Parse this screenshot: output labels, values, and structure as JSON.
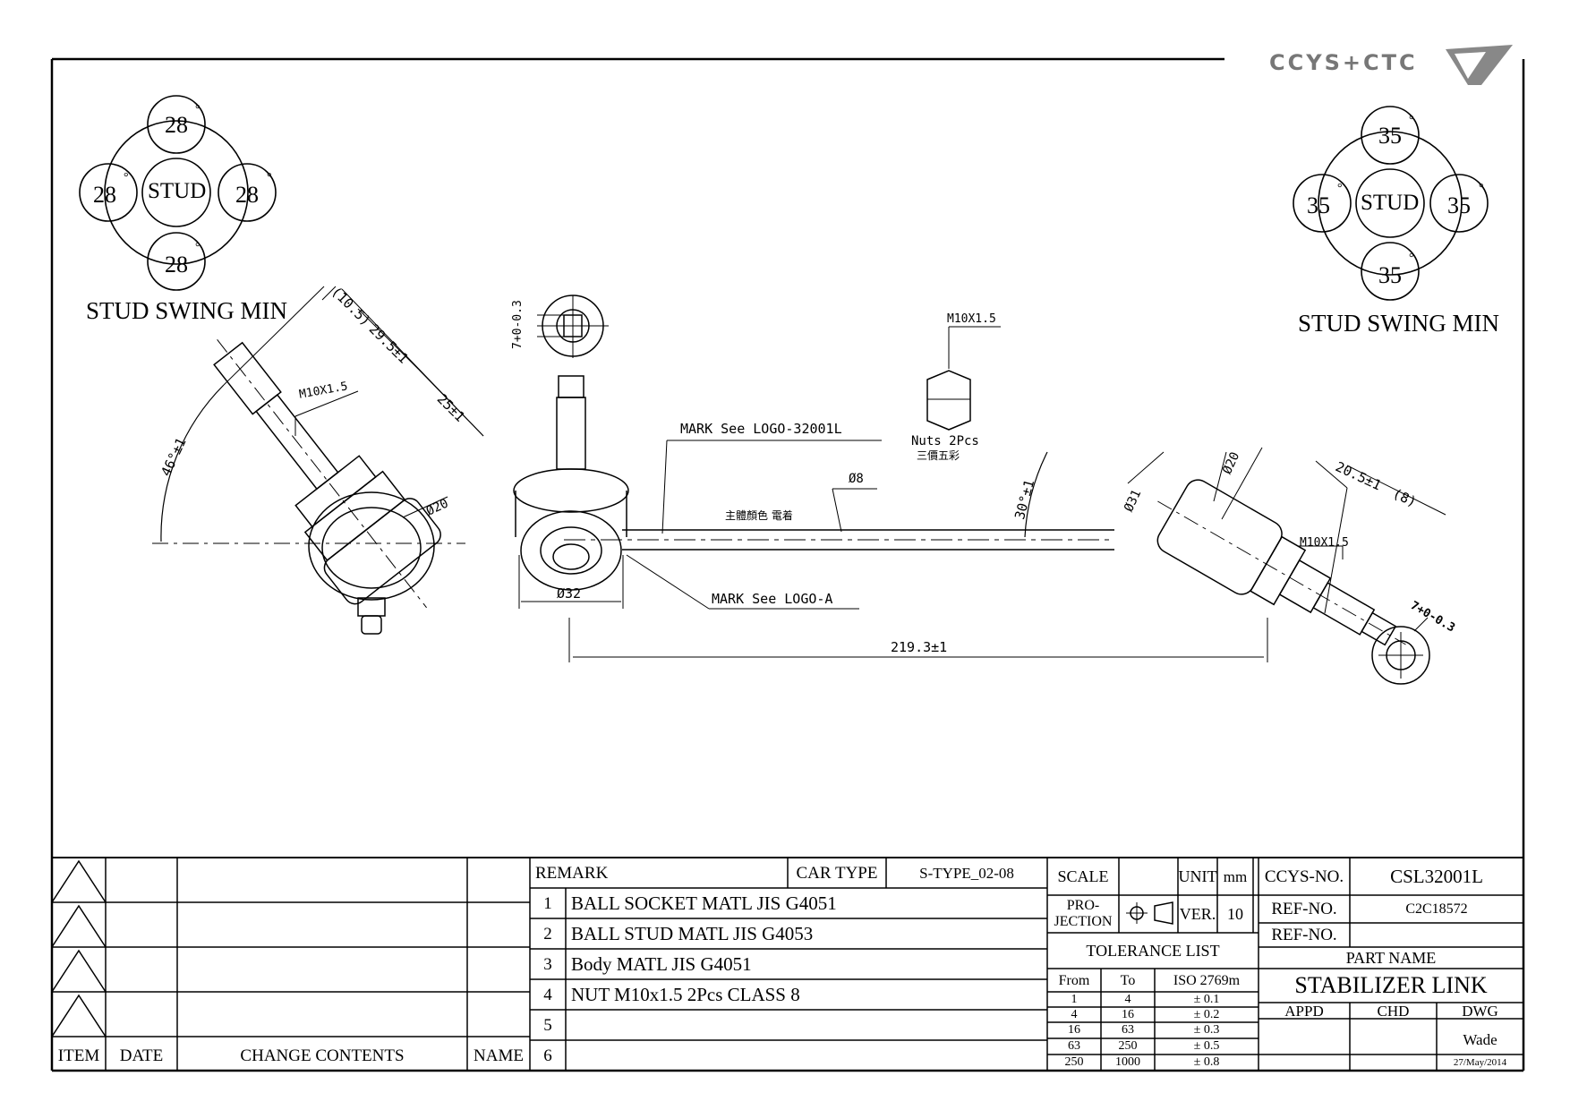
{
  "brand": {
    "logo_text": "CCYS+CTC"
  },
  "stud_swing_left": {
    "top": "28",
    "left": "28",
    "right": "28",
    "bottom": "28",
    "center": "STUD",
    "caption": "STUD SWING MIN",
    "degree": "°"
  },
  "stud_swing_right": {
    "top": "35",
    "left": "35",
    "right": "35",
    "bottom": "35",
    "center": "STUD",
    "caption": "STUD SWING MIN",
    "degree": "°"
  },
  "dimensions": {
    "left_view": {
      "d1": "(10.5)",
      "d2": "29.5±1",
      "d3": "25±1",
      "thread": "M10X1.5",
      "angle": "46°±1",
      "dia": "Ø20"
    },
    "center": {
      "hex_tol": "7+0-0.3",
      "logo_mark_1": "MARK See LOGO-32001L",
      "logo_mark_2": "MARK See LOGO-A",
      "rod_dia": "Ø8",
      "socket_dia": "Ø32",
      "body_note": "主體顏色 電着",
      "length": "219.3±1"
    },
    "nut": {
      "thread": "M10X1.5",
      "qty": "Nuts 2Pcs",
      "note": "三價五彩"
    },
    "right_view": {
      "angle": "30°±1",
      "dia31": "Ø31",
      "dia20": "Ø20",
      "d1": "20.5±1",
      "d2": "(8)",
      "thread": "M10X1.5",
      "hex_tol": "7+0-0.3"
    }
  },
  "revision_table": {
    "headers": {
      "item": "ITEM",
      "date": "DATE",
      "change": "CHANGE CONTENTS",
      "name": "NAME"
    }
  },
  "remarks": {
    "header": "REMARK",
    "car_type_label": "CAR TYPE",
    "car_type_value": "S-TYPE_02-08",
    "rows": [
      {
        "no": "1",
        "text": "BALL SOCKET MATL JIS G4051"
      },
      {
        "no": "2",
        "text": "BALL STUD MATL JIS G4053"
      },
      {
        "no": "3",
        "text": "Body MATL JIS G4051"
      },
      {
        "no": "4",
        "text": "NUT  M10x1.5 2Pcs  CLASS 8"
      },
      {
        "no": "5",
        "text": ""
      },
      {
        "no": "6",
        "text": ""
      }
    ]
  },
  "spec": {
    "scale_label": "SCALE",
    "unit_label": "UNIT",
    "unit_value": "mm",
    "projection_label_1": "PRO-",
    "projection_label_2": "JECTION",
    "ver_label": "VER.",
    "ver_value": "10",
    "tolerance_title": "TOLERANCE LIST",
    "tolerance_headers": {
      "from": "From",
      "to": "To",
      "iso": "ISO 2769m"
    },
    "tolerance_rows": [
      {
        "from": "1",
        "to": "4",
        "tol": "± 0.1"
      },
      {
        "from": "4",
        "to": "16",
        "tol": "± 0.2"
      },
      {
        "from": "16",
        "to": "63",
        "tol": "± 0.3"
      },
      {
        "from": "63",
        "to": "250",
        "tol": "± 0.5"
      },
      {
        "from": "250",
        "to": "1000",
        "tol": "± 0.8"
      }
    ]
  },
  "title_block": {
    "ccys_label": "CCYS-NO.",
    "ccys_value": "CSL32001L",
    "ref1_label": "REF-NO.",
    "ref1_value": "C2C18572",
    "ref2_label": "REF-NO.",
    "ref2_value": "",
    "part_name_label": "PART NAME",
    "part_name": "STABILIZER LINK",
    "appd": "APPD",
    "chd": "CHD",
    "dwg": "DWG",
    "drawer": "Wade",
    "date": "27/May/2014"
  }
}
